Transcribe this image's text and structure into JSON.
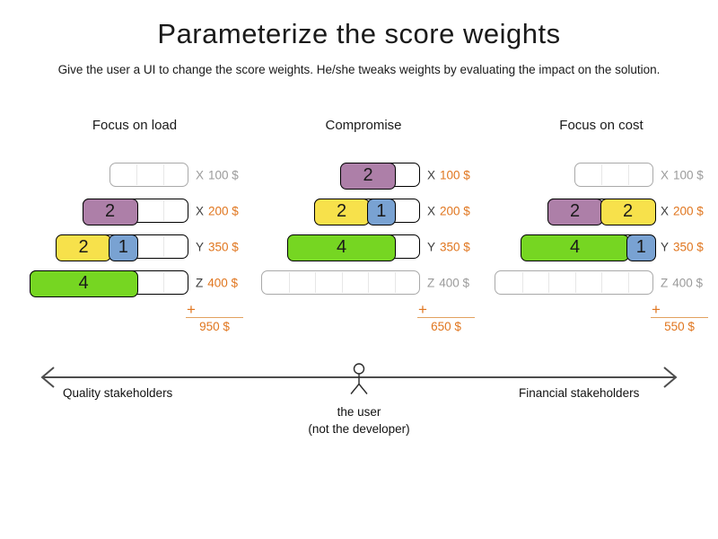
{
  "title": "Parameterize the score weights",
  "subtitle": "Give the user a UI to change the score weights. He/she tweaks weights by evaluating the impact on the solution.",
  "plus_label": "+",
  "colors": {
    "purple": "#ad7fa8",
    "yellow": "#f7e14b",
    "blue": "#79a2d2",
    "green": "#76d622",
    "orange": "#e0761f",
    "sum_line": "#e2a15f",
    "gray_label": "#9b9b9b",
    "arrow": "#4d4d4d"
  },
  "columns": [
    {
      "title": "Focus on load",
      "total": "950 $",
      "rows": [
        {
          "label_letter": "X",
          "label_price": "100 $",
          "capacity": 3,
          "used": false,
          "blocks": []
        },
        {
          "label_letter": "X",
          "label_price": "200 $",
          "capacity": 4,
          "used": true,
          "blocks": [
            {
              "value": "2",
              "color": "purple",
              "size": 2
            }
          ]
        },
        {
          "label_letter": "Y",
          "label_price": "350 $",
          "capacity": 5,
          "used": true,
          "blocks": [
            {
              "value": "2",
              "color": "yellow",
              "size": 2
            },
            {
              "value": "1",
              "color": "blue",
              "size": 1
            }
          ]
        },
        {
          "label_letter": "Z",
          "label_price": "400 $",
          "capacity": 6,
          "used": true,
          "blocks": [
            {
              "value": "4",
              "color": "green",
              "size": 4
            }
          ]
        }
      ]
    },
    {
      "title": "Compromise",
      "total": "650 $",
      "rows": [
        {
          "label_letter": "X",
          "label_price": "100 $",
          "capacity": 3,
          "used": true,
          "blocks": [
            {
              "value": "2",
              "color": "purple",
              "size": 2
            }
          ]
        },
        {
          "label_letter": "X",
          "label_price": "200 $",
          "capacity": 4,
          "used": true,
          "blocks": [
            {
              "value": "2",
              "color": "yellow",
              "size": 2
            },
            {
              "value": "1",
              "color": "blue",
              "size": 1
            }
          ]
        },
        {
          "label_letter": "Y",
          "label_price": "350 $",
          "capacity": 5,
          "used": true,
          "blocks": [
            {
              "value": "4",
              "color": "green",
              "size": 4
            }
          ]
        },
        {
          "label_letter": "Z",
          "label_price": "400 $",
          "capacity": 6,
          "used": false,
          "blocks": []
        }
      ]
    },
    {
      "title": "Focus on cost",
      "total": "550 $",
      "rows": [
        {
          "label_letter": "X",
          "label_price": "100 $",
          "capacity": 3,
          "used": false,
          "blocks": []
        },
        {
          "label_letter": "X",
          "label_price": "200 $",
          "capacity": 4,
          "used": true,
          "blocks": [
            {
              "value": "2",
              "color": "purple",
              "size": 2
            },
            {
              "value": "2",
              "color": "yellow",
              "size": 2
            }
          ]
        },
        {
          "label_letter": "Y",
          "label_price": "350 $",
          "capacity": 5,
          "used": true,
          "blocks": [
            {
              "value": "4",
              "color": "green",
              "size": 4
            },
            {
              "value": "1",
              "color": "blue",
              "size": 1
            }
          ]
        },
        {
          "label_letter": "Z",
          "label_price": "400 $",
          "capacity": 6,
          "used": false,
          "blocks": []
        }
      ]
    }
  ],
  "axis": {
    "left_label": "Quality stakeholders",
    "right_label": "Financial stakeholders",
    "center_label_line1": "the user",
    "center_label_line2": "(not the developer)"
  }
}
